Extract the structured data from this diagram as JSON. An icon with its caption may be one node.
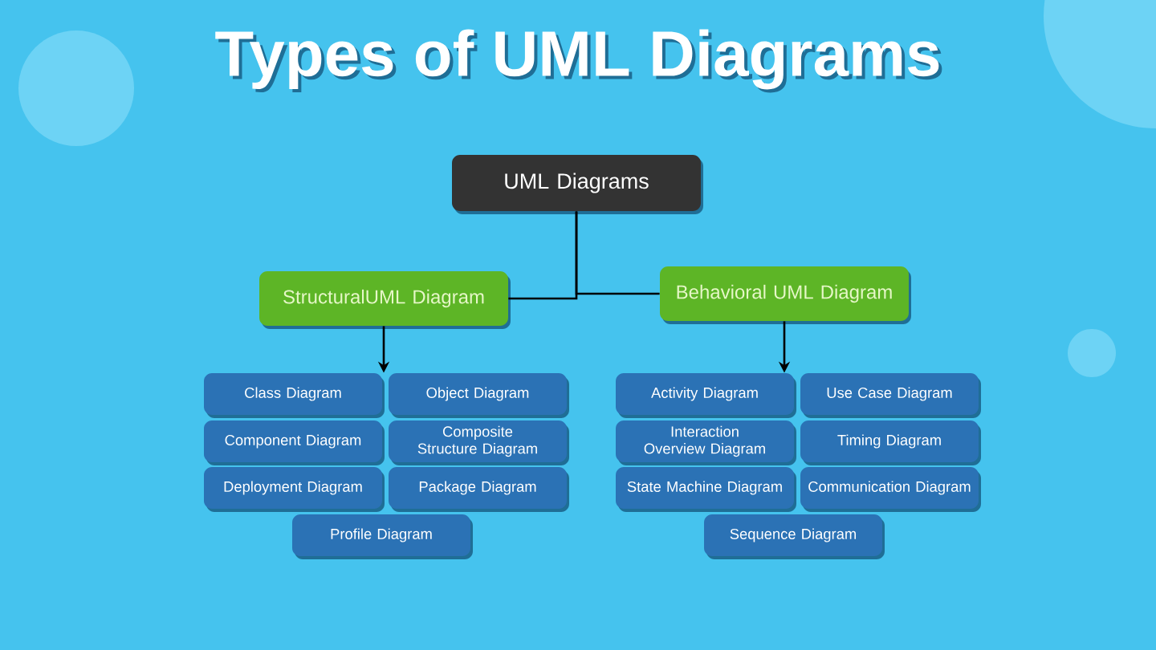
{
  "diagram": {
    "title": "Types of UML Diagrams",
    "nodes": [
      {
        "text": [
          "UML Diagrams"
        ]
      },
      {
        "text": [
          "StructuralUML Diagram"
        ]
      },
      {
        "text": [
          "Behavioral UML Diagram"
        ]
      },
      {
        "text": [
          "Class Diagram"
        ]
      },
      {
        "text": [
          "Object Diagram"
        ]
      },
      {
        "text": [
          "Component Diagram"
        ]
      },
      {
        "text": [
          "Composite Structure Diagram"
        ]
      },
      {
        "text": [
          "Deployment Diagram"
        ]
      },
      {
        "text": [
          "Package Diagram"
        ]
      },
      {
        "text": [
          "Profile Diagram"
        ]
      },
      {
        "text": [
          "Activity Diagram"
        ]
      },
      {
        "text": [
          "Use Case Diagram"
        ]
      },
      {
        "text": [
          "Interaction Overview Diagram"
        ]
      },
      {
        "text": [
          "Timing Diagram"
        ]
      },
      {
        "text": [
          "State Machine Diagram"
        ]
      },
      {
        "text": [
          "Communication Diagram"
        ]
      },
      {
        "text": [
          "Sequence Diagram"
        ]
      }
    ],
    "edges": [
      {
        "from": 0,
        "to": 1,
        "arrow": "none"
      },
      {
        "from": 0,
        "to": 2,
        "arrow": "none"
      },
      {
        "from": 1,
        "to": 3,
        "arrow": "to"
      },
      {
        "from": 2,
        "to": 10,
        "arrow": "to"
      }
    ]
  }
}
